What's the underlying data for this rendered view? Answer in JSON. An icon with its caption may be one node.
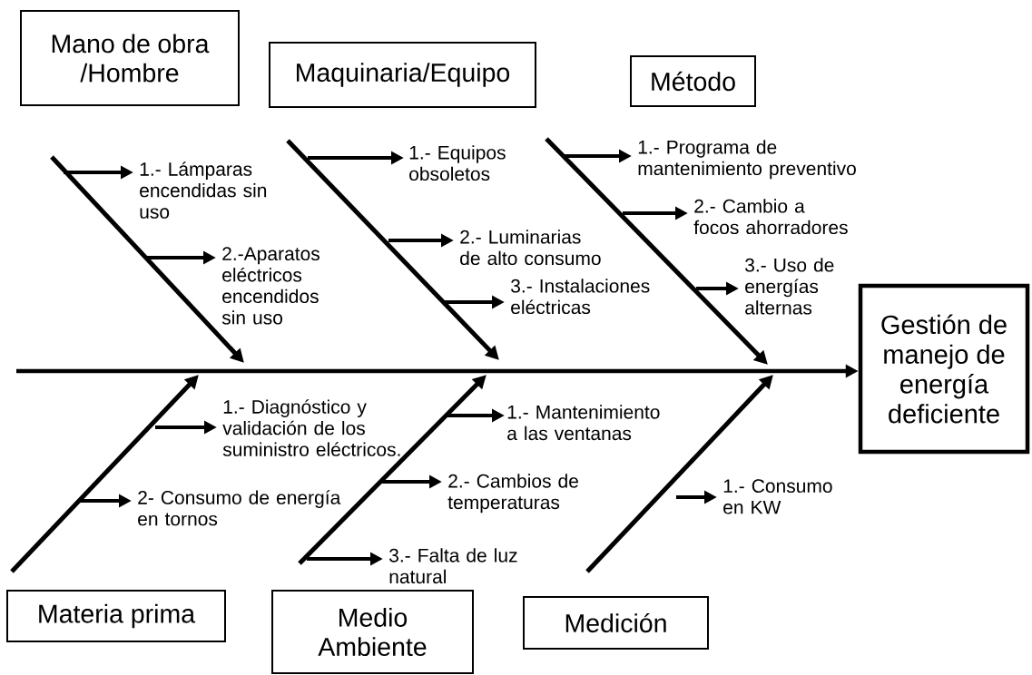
{
  "diagram": {
    "nodes": [
      {
        "text": [
          "Mano de obra /Hombre"
        ]
      },
      {
        "text": [
          "Maquinaria/Equipo"
        ]
      },
      {
        "text": [
          "Método"
        ]
      },
      {
        "text": [
          "Gestión de manejo de energía deficiente"
        ]
      },
      {
        "text": [
          "Materia prima"
        ]
      },
      {
        "text": [
          "Medio Ambiente"
        ]
      },
      {
        "text": [
          "Medición"
        ]
      },
      {
        "text": [
          "1.- Lámparas encendidas sin uso"
        ]
      },
      {
        "text": [
          "2.-Aparatos eléctricos encendidos sin uso"
        ]
      },
      {
        "text": [
          "1.- Equipos obsoletos"
        ]
      },
      {
        "text": [
          "2.- Luminarias de alto consumo"
        ]
      },
      {
        "text": [
          "3.- Instalaciones eléctricas"
        ]
      },
      {
        "text": [
          "1.- Programa de mantenimiento preventivo"
        ]
      },
      {
        "text": [
          "2.- Cambio a focos ahorradores"
        ]
      },
      {
        "text": [
          "3.- Uso de energías alternas"
        ]
      },
      {
        "text": [
          "1.- Diagnóstico y validación de los suministro eléctricos."
        ]
      },
      {
        "text": [
          "2- Consumo de energía en tornos"
        ]
      },
      {
        "text": [
          "1.- Mantenimiento a las ventanas"
        ]
      },
      {
        "text": [
          "2.- Cambios de temperaturas"
        ]
      },
      {
        "text": [
          "3.- Falta de luz natural"
        ]
      },
      {
        "text": [
          "1.- Consumo en KW"
        ]
      }
    ],
    "edges": [
      {
        "from": null,
        "to": 3,
        "arrow": "to"
      },
      {
        "from": null,
        "to": 7,
        "arrow": "to"
      },
      {
        "from": null,
        "to": 8,
        "arrow": "to"
      },
      {
        "from": null,
        "to": 9,
        "arrow": "to"
      },
      {
        "from": null,
        "to": 10,
        "arrow": "to"
      },
      {
        "from": null,
        "to": 11,
        "arrow": "to"
      },
      {
        "from": null,
        "to": 12,
        "arrow": "to"
      },
      {
        "from": null,
        "to": 13,
        "arrow": "to"
      },
      {
        "from": null,
        "to": 14,
        "arrow": "to"
      },
      {
        "from": null,
        "to": 15,
        "arrow": "to"
      },
      {
        "from": null,
        "to": 16,
        "arrow": "to"
      },
      {
        "from": null,
        "to": 17,
        "arrow": "to"
      },
      {
        "from": null,
        "to": 18,
        "arrow": "to"
      },
      {
        "from": null,
        "to": 19,
        "arrow": "to"
      },
      {
        "from": null,
        "to": 20,
        "arrow": "to"
      }
    ]
  }
}
